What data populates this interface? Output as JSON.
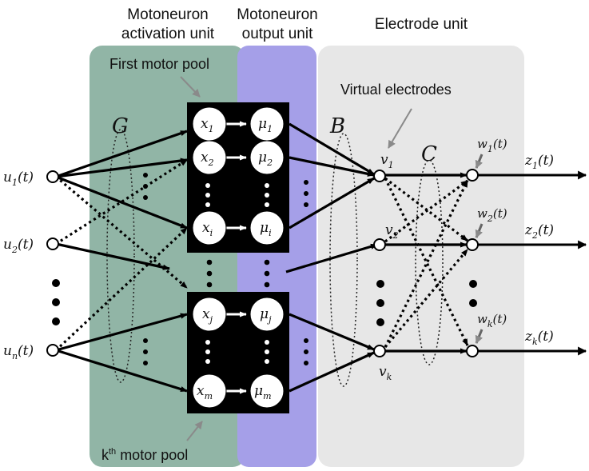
{
  "colors": {
    "activation_panel": "#91b5a6",
    "output_panel": "#a59fe8",
    "electrode_panel": "#e7e7e7",
    "pool_box": "#000000",
    "pointer": "#8a8a8a"
  },
  "headers": {
    "activation_line1": "Motoneuron",
    "activation_line2": "activation unit",
    "output_line1": "Motoneuron",
    "output_line2": "output unit",
    "electrode": "Electrode unit"
  },
  "labels": {
    "first_pool": "First motor pool",
    "kth_pool_k": "k",
    "kth_pool_sup": "th",
    "kth_pool_rest": " motor pool",
    "virtual_electrodes": "Virtual electrodes",
    "matrix_G": "G",
    "matrix_B": "B",
    "matrix_C": "C"
  },
  "inputs": [
    {
      "base": "u",
      "sub": "1",
      "arg": "(t)"
    },
    {
      "base": "u",
      "sub": "2",
      "arg": "(t)"
    },
    {
      "base": "u",
      "sub": "n",
      "arg": "(t)"
    }
  ],
  "neurons_x": [
    {
      "base": "x",
      "sub": "1"
    },
    {
      "base": "x",
      "sub": "2"
    },
    {
      "base": "x",
      "sub": "i"
    },
    {
      "base": "x",
      "sub": "j"
    },
    {
      "base": "x",
      "sub": "m"
    }
  ],
  "neurons_mu": [
    {
      "base": "μ",
      "sub": "1"
    },
    {
      "base": "μ",
      "sub": "2"
    },
    {
      "base": "μ",
      "sub": "i"
    },
    {
      "base": "μ",
      "sub": "j"
    },
    {
      "base": "μ",
      "sub": "m"
    }
  ],
  "electrodes_v": [
    {
      "base": "v",
      "sub": "1"
    },
    {
      "base": "v",
      "sub": "2"
    },
    {
      "base": "v",
      "sub": "k"
    }
  ],
  "weights_w": [
    {
      "base": "w",
      "sub": "1",
      "arg": "(t)"
    },
    {
      "base": "w",
      "sub": "2",
      "arg": "(t)"
    },
    {
      "base": "w",
      "sub": "k",
      "arg": "(t)"
    }
  ],
  "outputs_z": [
    {
      "base": "z",
      "sub": "1",
      "arg": "(t)"
    },
    {
      "base": "z",
      "sub": "2",
      "arg": "(t)"
    },
    {
      "base": "z",
      "sub": "k",
      "arg": "(t)"
    }
  ]
}
